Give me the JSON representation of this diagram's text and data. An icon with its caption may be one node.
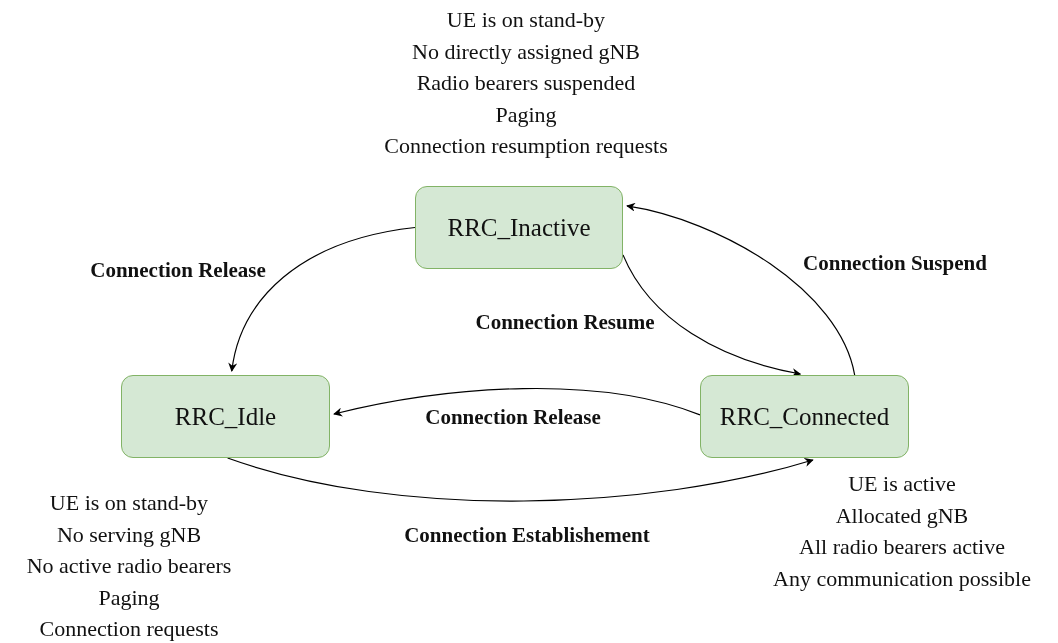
{
  "diagram": {
    "nodes": [
      {
        "text": [
          "RRC_Inactive"
        ],
        "beside": [
          "UE is on stand-by",
          "No directly assigned gNB",
          "Radio bearers suspended",
          "Paging",
          "Connection resumption requests"
        ]
      },
      {
        "text": [
          "RRC_Idle"
        ],
        "beside": [
          "UE is on stand-by",
          "No serving gNB",
          "No active radio bearers",
          "Paging",
          "Connection requests"
        ]
      },
      {
        "text": [
          "RRC_Connected"
        ],
        "beside": [
          "UE is active",
          "Allocated gNB",
          "All radio bearers active",
          "Any communication possible"
        ]
      }
    ],
    "edges": [
      {
        "from": 0,
        "to": 1,
        "arrow": "to",
        "label": "Connection Release"
      },
      {
        "from": 0,
        "to": 2,
        "arrow": "to",
        "label": "Connection Resume"
      },
      {
        "from": 2,
        "to": 0,
        "arrow": "to",
        "label": "Connection Suspend"
      },
      {
        "from": 2,
        "to": 1,
        "arrow": "to",
        "label": "Connection Release"
      },
      {
        "from": 1,
        "to": 2,
        "arrow": "to",
        "label": "Connection Establishement"
      }
    ]
  }
}
